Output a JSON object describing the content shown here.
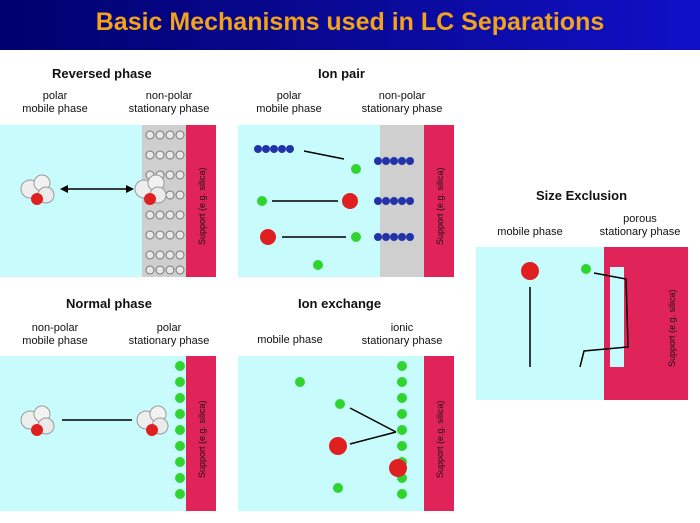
{
  "title": "Basic Mechanisms used in LC Separations",
  "panels": {
    "reversed": {
      "heading": "Reversed phase",
      "left": "polar\nmobile phase",
      "right": "non-polar\nstationary phase",
      "support": "Support (e.g. silica)"
    },
    "ionpair": {
      "heading": "Ion pair",
      "left": "polar\nmobile phase",
      "right": "non-polar\nstationary phase",
      "support": "Support (e.g. silica)"
    },
    "normal": {
      "heading": "Normal phase",
      "left": "non-polar\nmobile phase",
      "right": "polar\nstationary phase",
      "support": "Support (e.g. silica)"
    },
    "ionexchange": {
      "heading": "Ion exchange",
      "left": "mobile phase",
      "right": "ionic\nstationary phase",
      "support": "Support (e.g. silica)"
    },
    "sizeexclusion": {
      "heading": "Size Exclusion",
      "left": "mobile phase",
      "right": "porous\nstationary phase",
      "support": "Support (e.g. silica)"
    }
  },
  "charges": {
    "plus": "+",
    "minus": "−"
  },
  "colors": {
    "mobile": "#c8fbfb",
    "support": "#e0245a",
    "title": "#f3a21b",
    "bead": "#2233aa",
    "ion_green": "#2fd52f",
    "ion_red": "#e02020"
  }
}
